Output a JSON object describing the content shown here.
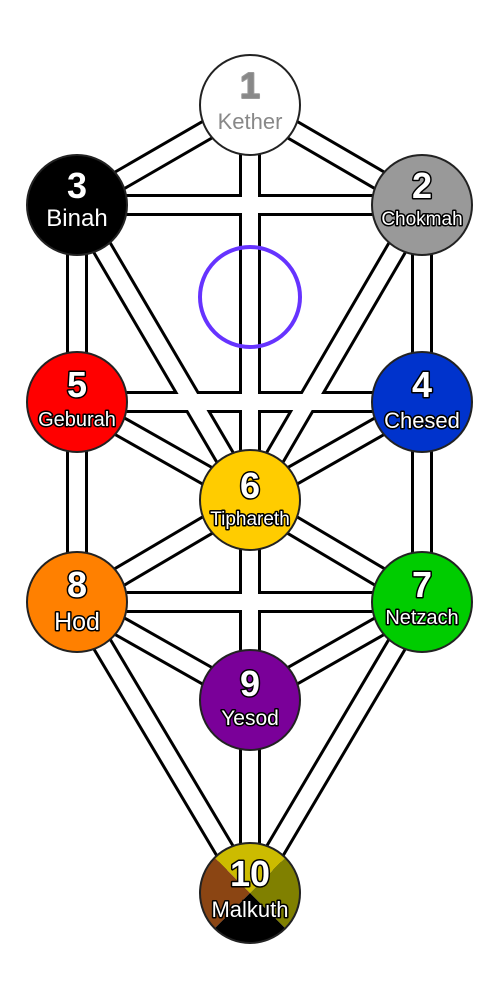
{
  "sephiroth": [
    {
      "id": "kether",
      "number": "1",
      "name": "Kether",
      "fill": "#ffffff",
      "text": "#888888"
    },
    {
      "id": "chokmah",
      "number": "2",
      "name": "Chokmah",
      "fill": "#999999",
      "text": "#ffffff"
    },
    {
      "id": "binah",
      "number": "3",
      "name": "Binah",
      "fill": "#000000",
      "text": "#ffffff"
    },
    {
      "id": "chesed",
      "number": "4",
      "name": "Chesed",
      "fill": "#0033cc",
      "text": "#ffffff"
    },
    {
      "id": "geburah",
      "number": "5",
      "name": "Geburah",
      "fill": "#ff0000",
      "text": "#ffffff"
    },
    {
      "id": "tiphareth",
      "number": "6",
      "name": "Tiphareth",
      "fill": "#ffcc00",
      "text": "#ffffff"
    },
    {
      "id": "netzach",
      "number": "7",
      "name": "Netzach",
      "fill": "#00cc00",
      "text": "#ffffff"
    },
    {
      "id": "hod",
      "number": "8",
      "name": "Hod",
      "fill": "#ff8000",
      "text": "#ffffff"
    },
    {
      "id": "yesod",
      "number": "9",
      "name": "Yesod",
      "fill": "#7a0099",
      "text": "#ffffff"
    },
    {
      "id": "malkuth",
      "number": "10",
      "name": "Malkuth",
      "fill": [
        "#ccbb00",
        "#8b4513",
        "#808000",
        "#000000"
      ],
      "text": "#ffffff"
    }
  ],
  "daath_color": "#6633ff",
  "path_colors": {
    "outline": "#000000",
    "fill": "#ffffff"
  }
}
